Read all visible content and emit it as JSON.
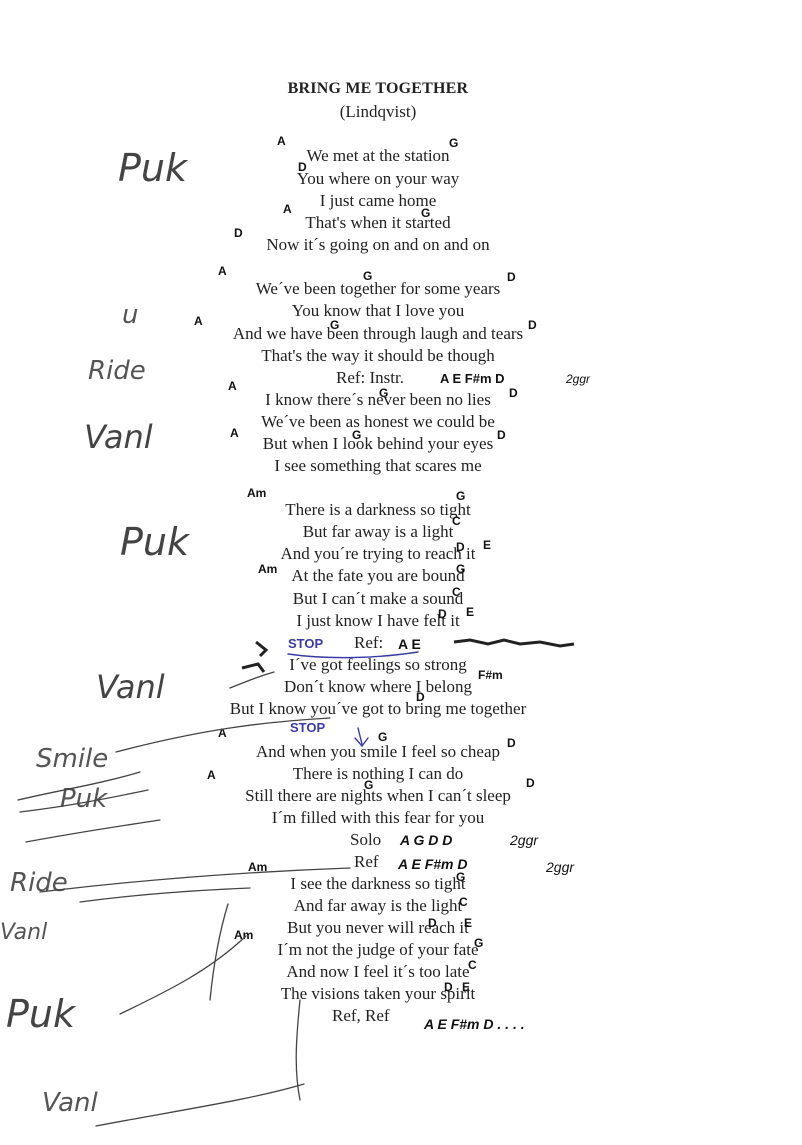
{
  "song": {
    "title": "BRING ME TOGETHER",
    "author": "(Lindqvist)"
  },
  "lines": [
    "We met at the station",
    "You where on your way",
    "I just came home",
    "That's when it started",
    "Now it´s going on and on and on",
    "We´ve been together for some years",
    "You know that I love you",
    "And we have been through laugh and tears",
    "That's the way it should be though",
    "Ref: Instr.",
    "I know there´s never been no lies",
    "We´ve been as honest we could be",
    "But when I look behind your eyes",
    "I see something that scares me",
    "There is a darkness so tight",
    "But far away is a light",
    "And you´re trying to reach it",
    "At the fate you are bound",
    "But I can´t make a sound",
    "I just know I have felt it",
    "Ref:",
    "I´ve got feelings so strong",
    "Don´t  know where I belong",
    "But I know you´ve got to bring me together",
    "And when you smile I feel so cheap",
    "There is nothing I can do",
    "Still there are nights when I can´t sleep",
    "I´m filled with this fear for you",
    "Solo",
    "Ref",
    "I see the darkness so tight",
    "And far away is the light",
    "But you never will reach it",
    "I´m not the judge of your fate",
    "And now I feel it´s too late",
    "The visions taken your spirit",
    "Ref, Ref"
  ],
  "chords": {
    "c1": "A",
    "c2": "G",
    "c3": "D",
    "c4": "A",
    "c5": "G",
    "c6": "D",
    "c7": "A",
    "c8": "G",
    "c9": "D",
    "c10": "A",
    "c11": "G",
    "c12": "D",
    "c13": "A E F#m D",
    "c14": "2ggr",
    "c15": "A",
    "c16": "G",
    "c17": "D",
    "c18": "A",
    "c19": "G",
    "c20": "D",
    "c21": "Am",
    "c22": "G",
    "c23": "C",
    "c24": "D",
    "c25": "E",
    "c26": "Am",
    "c27": "G",
    "c28": "C",
    "c29": "D",
    "c30": "E",
    "c31": "A E",
    "c32": "F#m",
    "c33": "D",
    "c34": "A",
    "c35": "G",
    "c36": "D",
    "c37": "A",
    "c38": "G",
    "c39": "D",
    "c40": "A G D D",
    "c41": "2ggr",
    "c42": "A E F#m D",
    "c43": "2ggr",
    "c44": "Am",
    "c45": "G",
    "c46": "C",
    "c47": "D",
    "c48": "E",
    "c49": "Am",
    "c50": "G",
    "c51": "C",
    "c52": "D",
    "c53": "E",
    "c54": "A E F#m D . . . ."
  },
  "annotations": {
    "stop1": "STOP",
    "stop2": "STOP"
  },
  "margin_notes": [
    "Puk",
    "u",
    "Ride",
    "Vanl",
    "Puk",
    "Vanl",
    "Smile",
    "Puk",
    "Ride",
    "Vanl",
    "Puk",
    "Vanl"
  ]
}
